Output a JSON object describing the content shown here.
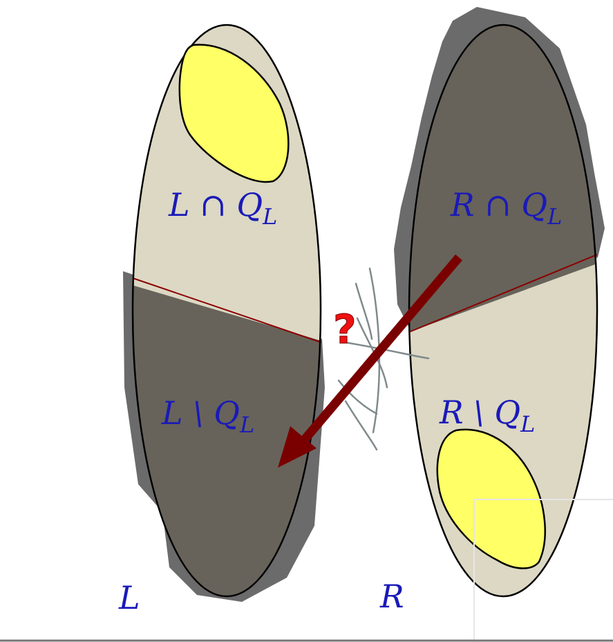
{
  "labels": {
    "left_top": "L ∩ Q",
    "left_top_sub": "L",
    "left_bottom": "L \\ Q",
    "left_bottom_sub": "L",
    "right_top": "R ∩ Q",
    "right_top_sub": "L",
    "right_bottom": "R \\ Q",
    "right_bottom_sub": "L",
    "left_set": "L",
    "right_set": "R",
    "question": "?"
  },
  "colors": {
    "ellipse_fill": "#dcd8c4",
    "shadow": "#6b6b6b",
    "dark_region": "#67635a",
    "highlight": "#ffff66",
    "label_blue": "#1a1ab8",
    "arrow": "#7a0000",
    "question": "#ee1111",
    "cut_line": "#8b0000"
  }
}
